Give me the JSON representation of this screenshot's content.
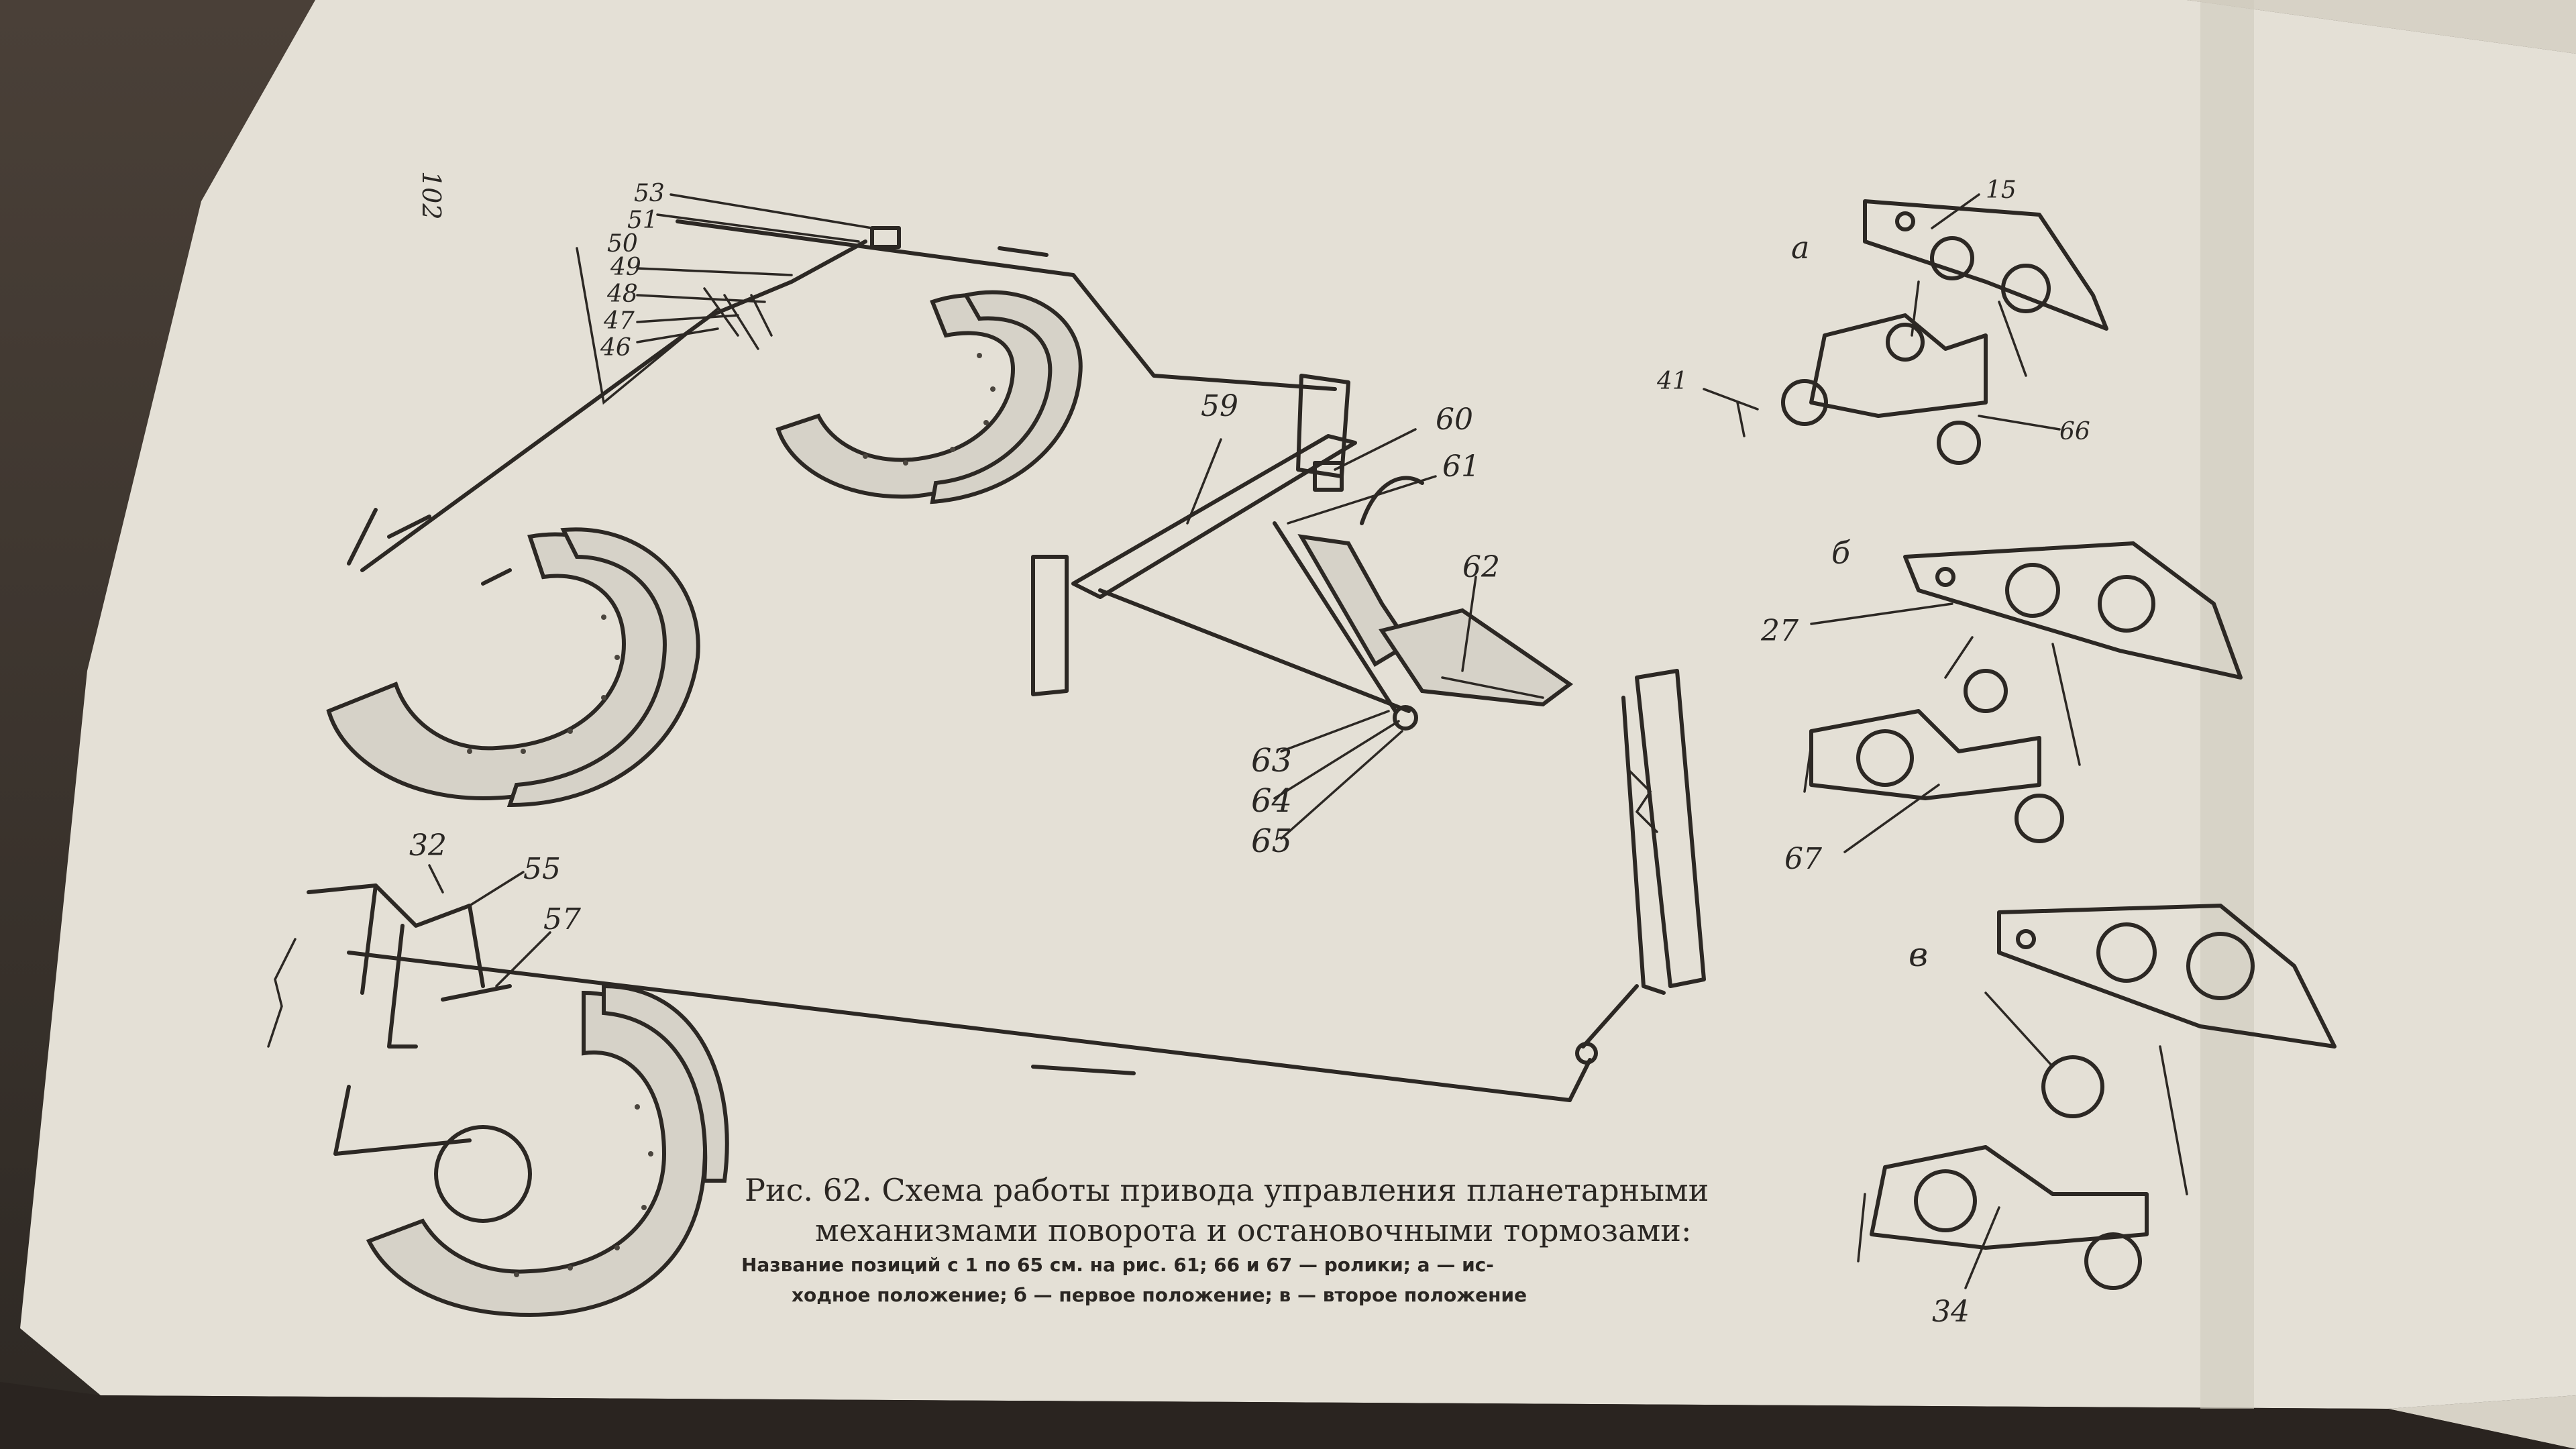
{
  "book": {
    "page_number": "102"
  },
  "figure": {
    "callouts": {
      "n53": "53",
      "n51": "51",
      "n50": "50",
      "n49": "49",
      "n48": "48",
      "n47": "47",
      "n46": "46",
      "n59": "59",
      "n60": "60",
      "n61": "61",
      "n62": "62",
      "n63": "63",
      "n64": "64",
      "n65": "65",
      "n32": "32",
      "n55": "55",
      "n57": "57",
      "n15": "15",
      "n41": "41",
      "n66": "66",
      "n27": "27",
      "n67": "67",
      "n34": "34"
    },
    "panels": {
      "a": "а",
      "b": "б",
      "v": "в"
    },
    "caption": {
      "title_line1": "Рис. 62. Схема работы привода  управления планетарными",
      "title_line2": "механизмами поворота и остановочными тормозами:",
      "legend_line1": "Название позиций с 1 по 65 см. на рис. 61; 66 и 67 — ролики; а — ис-",
      "legend_line2": "ходное  положение;  б — первое положение;  в — второе  положение"
    }
  },
  "colors": {
    "paper": "#e6e2d8",
    "ink": "#2c2824"
  }
}
